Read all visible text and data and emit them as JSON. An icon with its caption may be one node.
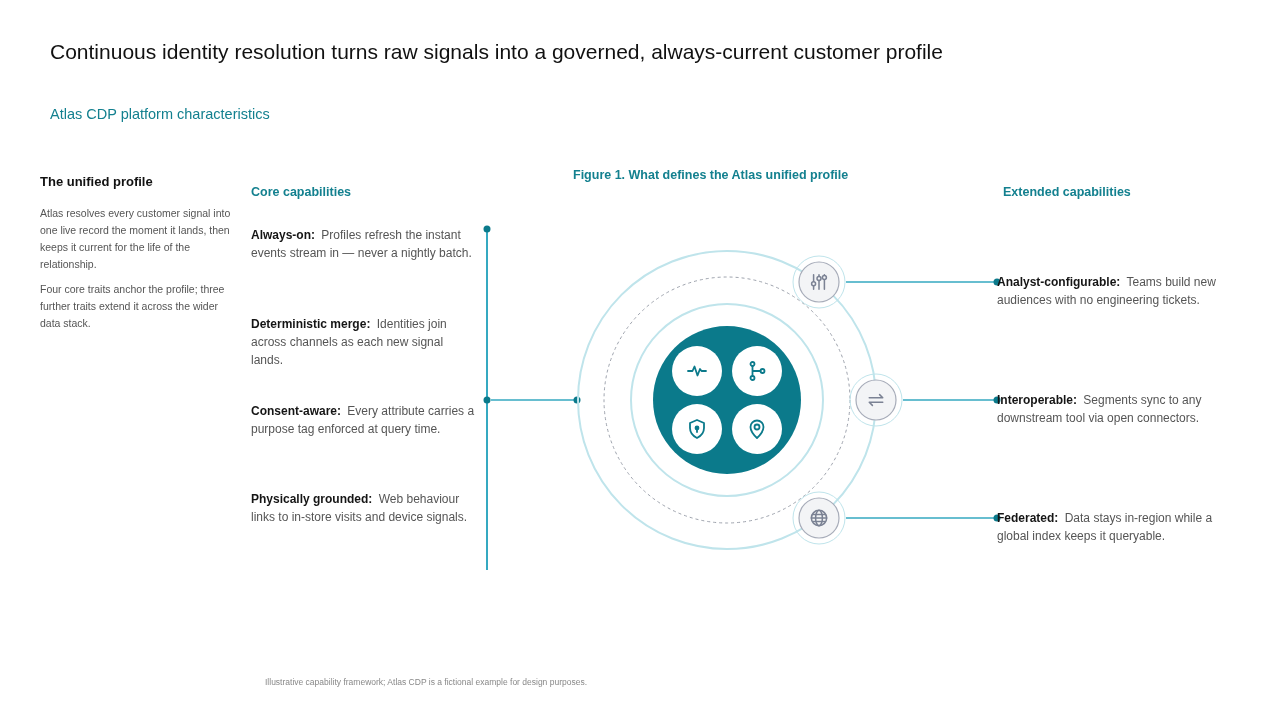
{
  "diagram": {
    "title": "Continuous identity resolution turns raw signals into a governed, always-current customer profile",
    "caption": "Figure 1. What defines the Atlas unified profile",
    "nodes": [
      {
        "text": [],
        "shape": "bar"
      },
      {
        "text": [],
        "shape": "circle"
      },
      {
        "text": [],
        "shape": "circle"
      },
      {
        "text": [],
        "shape": "circle"
      },
      {
        "text": [],
        "shape": "circle"
      },
      {
        "text": [
          "**Analyst-configurable:** Teams build new audiences with no engineering tickets."
        ]
      },
      {
        "text": [
          "**Interoperable:** Segments sync to any downstream tool via open connectors."
        ]
      },
      {
        "text": [
          "**Federated:** Data stays in-region while a global index keeps it queryable."
        ]
      }
    ],
    "edges": [
      {
        "from": 0,
        "to": 1,
        "arrow": "other"
      },
      {
        "from": 2,
        "to": 5,
        "arrow": "other"
      },
      {
        "from": 3,
        "to": 6,
        "arrow": "other"
      },
      {
        "from": 4,
        "to": 7,
        "arrow": "other"
      }
    ],
    "labels": [
      "Atlas CDP platform characteristics",
      "The unified profile",
      "Atlas resolves every customer signal into one live record the moment it lands, then keeps it current for the life of the relationship.",
      "Four core traits anchor the profile; three further traits extend it across the wider data stack.",
      "Core capabilities",
      "**Always-on:** Profiles refresh the instant events stream in — never a nightly batch.",
      "**Deterministic merge:** Identities join across channels as each new signal lands.",
      "**Consent-aware:** Every attribute carries a purpose tag enforced at query time.",
      "**Physically grounded:** Web behaviour links to in-store visits and device signals.",
      "Extended capabilities",
      "Illustrative capability framework; Atlas CDP is a fictional example for design purposes."
    ]
  }
}
